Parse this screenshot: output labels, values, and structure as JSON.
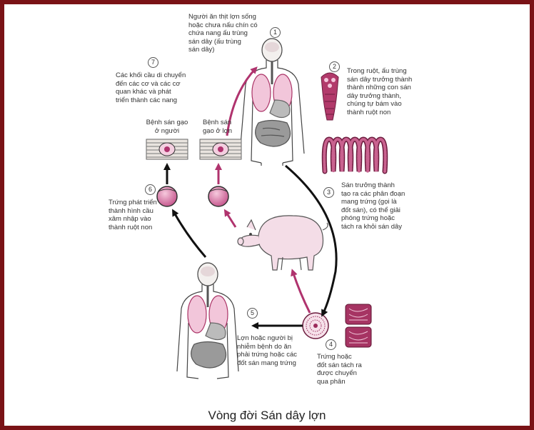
{
  "caption": "Vòng đời Sán dây lợn",
  "colors": {
    "frame": "#7a1216",
    "magenta": "#b0336e",
    "black": "#111111",
    "pink": "#e6a0c4",
    "tissue": "#d9d3cc"
  },
  "steps": [
    {
      "number": "1",
      "text": "Người ăn thịt lợn sống\nhoặc chưa nấu chín có\nchứa nang ấu trùng\nsán dây (ấu trùng\nsán dây)"
    },
    {
      "number": "2",
      "text": "Trong ruột, ấu trùng\nsán dây trưởng thành\nthành những con sán\ndây trưởng thành,\nchúng tự bám vào\nthành ruột non"
    },
    {
      "number": "3",
      "text": "Sán trưởng thành\ntạo ra các phân đoạn\nmang trứng (gọi là\nđốt sán), có thể giải\nphóng trứng hoặc\ntách ra khỏi sán dây"
    },
    {
      "number": "4",
      "text": "Trứng hoặc\nđốt sán tách ra\nđược chuyển\nqua phân"
    },
    {
      "number": "5",
      "text": "Lợn hoặc người bị\nnhiễm bệnh do ăn\nphải trứng hoặc các\nđốt sán mang trứng"
    },
    {
      "number": "6",
      "text": "Trứng phát triển\nthành hình cầu\nxâm nhập vào\nthành ruột non"
    },
    {
      "number": "7",
      "text": "Các khối cầu di chuyển\nđến các cơ và các cơ\nquan khác và phát\ntriển thành các nang"
    }
  ],
  "labels": {
    "human_cyst": "Bệnh sán gạo\nở người",
    "pig_cyst": "Bệnh sán\ngạo ở lợn"
  },
  "icons": [
    "human-body-icon",
    "tapeworm-scolex-icon",
    "tapeworm-body-icon",
    "pig-icon",
    "egg-icon",
    "proglottid-icon",
    "oncosphere-icon",
    "cyst-in-muscle-icon"
  ]
}
